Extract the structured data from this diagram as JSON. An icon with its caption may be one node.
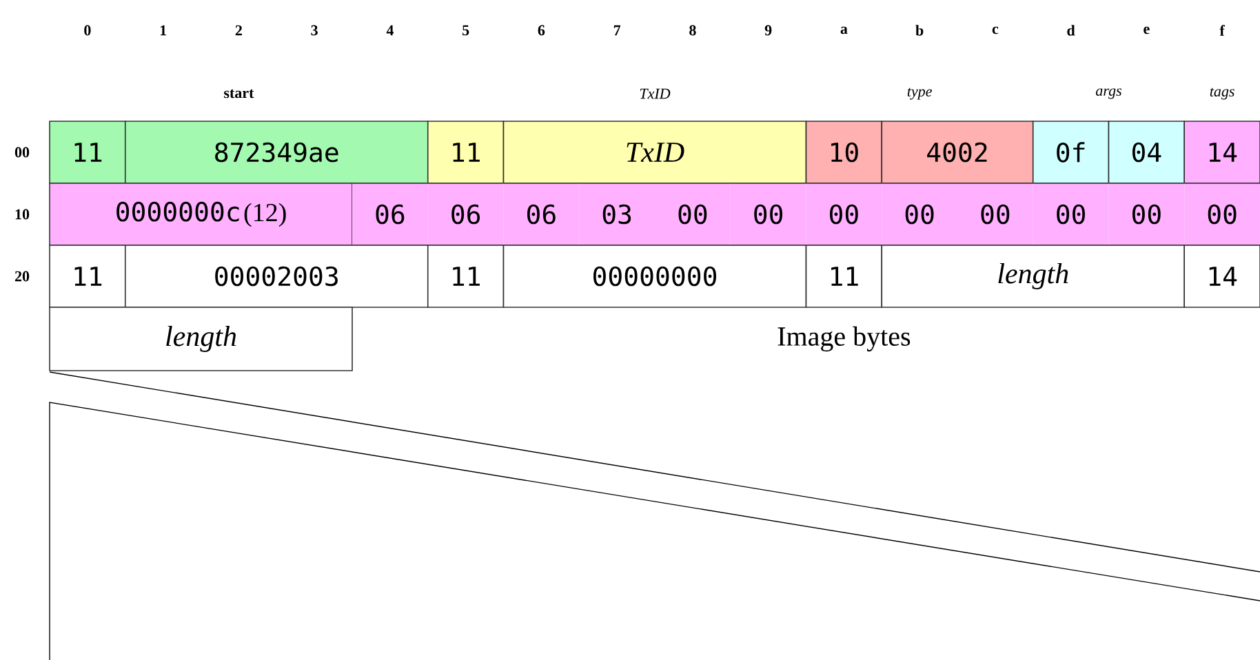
{
  "diagram": {
    "nodes": [
      {
        "text": [
          "11"
        ]
      },
      {
        "text": [
          "872349ae"
        ]
      },
      {
        "text": [
          "11"
        ]
      },
      {
        "text": [
          "TxID"
        ]
      },
      {
        "text": [
          "10"
        ]
      },
      {
        "text": [
          "4002"
        ]
      },
      {
        "text": [
          "0f"
        ]
      },
      {
        "text": [
          "04"
        ]
      },
      {
        "text": [
          "14"
        ]
      },
      {
        "text": [
          "0000000c",
          "(12)"
        ]
      },
      {
        "text": [
          "06"
        ]
      },
      {
        "text": [
          "06"
        ]
      },
      {
        "text": [
          "06"
        ]
      },
      {
        "text": [
          "03"
        ]
      },
      {
        "text": [
          "00"
        ]
      },
      {
        "text": [
          "00"
        ]
      },
      {
        "text": [
          "00"
        ]
      },
      {
        "text": [
          "00"
        ]
      },
      {
        "text": [
          "00"
        ]
      },
      {
        "text": [
          "00"
        ]
      },
      {
        "text": [
          "00"
        ]
      },
      {
        "text": [
          "00"
        ]
      },
      {
        "text": [
          "11"
        ]
      },
      {
        "text": [
          "00002003"
        ]
      },
      {
        "text": [
          "11"
        ]
      },
      {
        "text": [
          "00000000"
        ]
      },
      {
        "text": [
          "11"
        ]
      },
      {
        "text": [
          "length"
        ]
      },
      {
        "text": [
          "14"
        ]
      },
      {
        "text": [
          "length"
        ]
      }
    ],
    "labels": [
      "0",
      "1",
      "2",
      "3",
      "4",
      "5",
      "6",
      "7",
      "8",
      "9",
      "a",
      "b",
      "c",
      "d",
      "e",
      "f",
      "start",
      "TxID",
      "type",
      "args",
      "tags",
      "00",
      "10",
      "20",
      "Image bytes"
    ]
  }
}
